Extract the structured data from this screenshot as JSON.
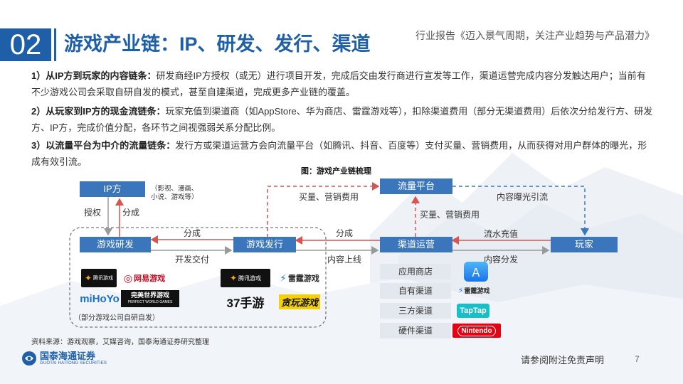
{
  "header": {
    "section_number": "02",
    "title": "游戏产业链：IP、研发、发行、渠道",
    "report_subtitle": "行业报告《迈入景气周期，关注产业趋势与产品潜力》"
  },
  "paragraphs": [
    {
      "lead": "1）从IP方到玩家的内容链条：",
      "body": "研发商经IP方授权（或无）进行项目开发，完成后交由发行商进行宣发等工作，渠道运营完成内容分发触达用户；当前有不少游戏公司会采取自研自发的模式，甚至自建渠道，完成更多产业链的覆盖。"
    },
    {
      "lead": "2）从玩家到IP方的现金流链条：",
      "body": "玩家充值到渠道商（如AppStore、华为商店、雷霆游戏等），扣除渠道费用（部分无渠道费用）后依次分给发行方、研发方、IP方，完成价值分配，各环节之间视强弱关系分配比例。"
    },
    {
      "lead": "3）以流量平台为中介的流量链条：",
      "body": "发行方或渠道运营方会向流量平台（如腾讯、抖音、百度等）支付买量、营销费用，从而获得对用户群体的曝光，形成有效引流。"
    }
  ],
  "figure": {
    "caption": "图：游戏产业链梳理",
    "nodes": {
      "ip": "IP方",
      "dev": "游戏研发",
      "pub": "游戏发行",
      "channel": "渠道运营",
      "traffic": "流量平台",
      "player": "玩家"
    },
    "ip_note": "（影视、漫画、小说、游戏等）",
    "labels": {
      "authorize": "授权",
      "share_ip": "分成",
      "share_pub_dev": "分成",
      "dev_deliver": "开发交付",
      "share_channel_pub": "分成",
      "content_online": "内容上线",
      "buy_ads_pub": "买量、营销费用",
      "buy_ads_channel": "买量、营销费用",
      "exposure": "内容曝光引流",
      "revenue": "流水充值",
      "distribution": "内容分发"
    },
    "self_dev_note": "（部分游戏公司自研自发）",
    "channels": [
      "应用商店",
      "自有渠道",
      "三方渠道",
      "硬件渠道"
    ],
    "logos": {
      "tencent_games": "腾讯游戏",
      "netease": "网易游戏",
      "mihoyo": "miHoYo",
      "perfect_world": "完美世界游戏",
      "perfect_world_en": "PERFECT WORLD GAMES",
      "thunder": "雷霆游戏",
      "game_37": "37手游",
      "yuewan": "贪玩游戏",
      "appstore": "App Store",
      "thunder2": "雷霆游戏",
      "taptap": "TapTap",
      "nintendo": "Nintendo"
    },
    "colors": {
      "node_blue": "#3b76bd",
      "cash_red": "#d9534f",
      "traffic_blue": "#3b76bd",
      "channel_grey": "#e3e7ee"
    }
  },
  "footer": {
    "source": "资料来源：游戏观察，艾媒咨询，国泰海通证券研究整理",
    "brand_name": "国泰海通证券",
    "brand_en": "GUOTAI HAITONG SECURITIES",
    "disclaimer": "请参阅附注免责声明",
    "page": "7"
  }
}
